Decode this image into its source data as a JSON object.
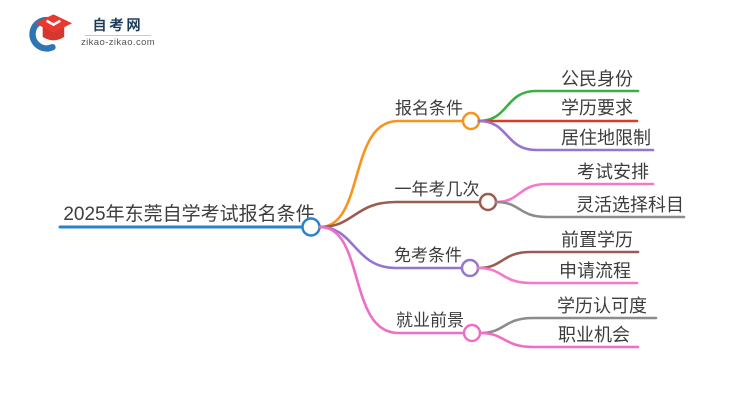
{
  "logo": {
    "title": "自考网",
    "domain": "zikao-zikao.com",
    "cap_color": "#e8392e",
    "cap_front_color": "#d6372c",
    "crescent_color": "#2e75b6",
    "title_color": "#1b3a57"
  },
  "mindmap": {
    "root": {
      "label": "2025年东莞自学考试报名条件",
      "color": "#2a82c9"
    },
    "branches": [
      {
        "label": "报名条件",
        "color": "#f7941e",
        "children": [
          {
            "label": "公民身份",
            "color": "#3cb043"
          },
          {
            "label": "学历要求",
            "color": "#dd3a2a"
          },
          {
            "label": "居住地限制",
            "color": "#9575cd"
          }
        ]
      },
      {
        "label": "一年考几次",
        "color": "#9a5b50",
        "children": [
          {
            "label": "考试安排",
            "color": "#f678cb"
          },
          {
            "label": "灵活选择科目",
            "color": "#8c8c8c"
          }
        ]
      },
      {
        "label": "免考条件",
        "color": "#9575cd",
        "children": [
          {
            "label": "前置学历",
            "color": "#9a5b50"
          },
          {
            "label": "申请流程",
            "color": "#f678cb"
          }
        ]
      },
      {
        "label": "就业前景",
        "color": "#ee6ec7",
        "children": [
          {
            "label": "学历认可度",
            "color": "#8c8c8c"
          },
          {
            "label": "职业机会",
            "color": "#ee6ec7"
          }
        ]
      }
    ]
  }
}
